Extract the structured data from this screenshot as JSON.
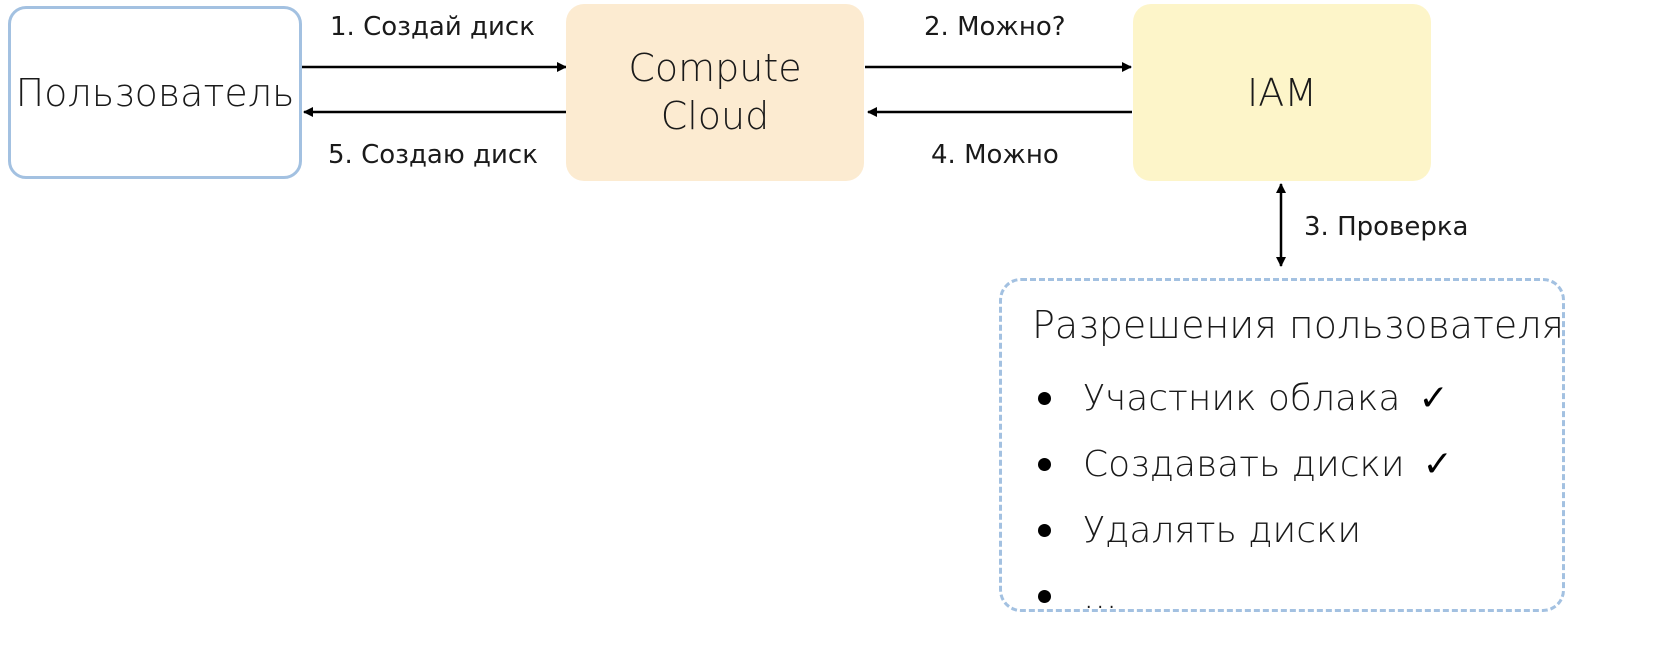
{
  "nodes": {
    "user": "Пользователь",
    "compute": "Compute\nCloud",
    "iam": "IAM"
  },
  "edges": {
    "step1": "1. Создай диск",
    "step2": "2. Можно?",
    "step3": "3. Проверка",
    "step4": "4. Можно",
    "step5": "5. Создаю диск"
  },
  "permissions": {
    "title": "Разрешения пользователя",
    "items": [
      {
        "label": "Участник облака",
        "mark": "✓"
      },
      {
        "label": "Создавать диски",
        "mark": "✓"
      },
      {
        "label": "Удалять диски",
        "mark": ""
      },
      {
        "label": "...",
        "mark": ""
      }
    ]
  },
  "colors": {
    "user_border": "#a3c1e1",
    "compute_fill": "#fcebd1",
    "iam_fill": "#fdf5c9",
    "permissions_border": "#a3c1e1",
    "arrow": "#000000"
  }
}
